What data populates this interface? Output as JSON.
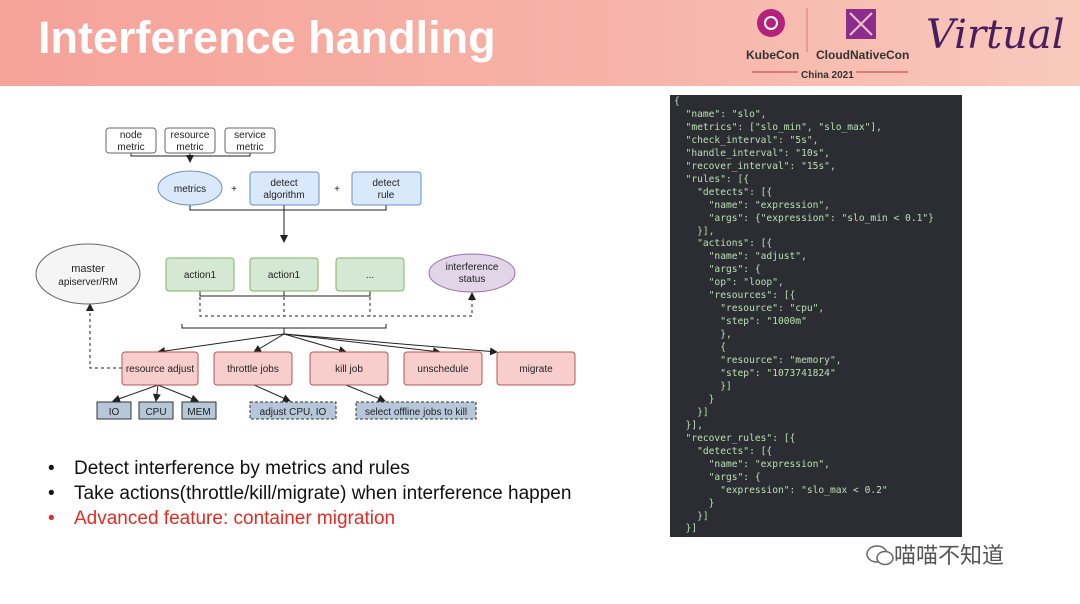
{
  "header": {
    "title": "Interference handling",
    "kubecon": "KubeCon",
    "cloudnativecon": "CloudNativeCon",
    "location": "China 2021",
    "virtual": "Virtual"
  },
  "diagram": {
    "metric_sources": [
      "node\nmetric",
      "resource\nmetric",
      "service\nmetric"
    ],
    "metrics": "metrics",
    "plus": "+",
    "detect_algorithm": "detect\nalgorithm",
    "detect_rule": "detect\nrule",
    "actions": [
      "action1",
      "action1",
      "..."
    ],
    "interference_status": "interference\nstatus",
    "master": "master",
    "master_sub": "apiserver/RM",
    "handlers": [
      "resource adjust",
      "throttle jobs",
      "kill job",
      "unschedule",
      "migrate"
    ],
    "resources": [
      "IO",
      "CPU",
      "MEM"
    ],
    "adjust_note": "adjust CPU, IO",
    "kill_note": "select offline jobs to kill"
  },
  "bullets": [
    "Detect interference by metrics and rules",
    "Take actions(throttle/kill/migrate) when interference happen",
    "Advanced feature: container migration"
  ],
  "colors": {
    "header_bg": "#f6a39a",
    "green_fill": "#d5e8d4",
    "green_stroke": "#82b366",
    "blue_fill": "#dae8fc",
    "blue_stroke": "#6c8ebf",
    "red_fill": "#f8cecc",
    "red_stroke": "#b85450",
    "purple_fill": "#e1d5e7",
    "purple_stroke": "#9673a6",
    "accent_red": "#e32b24"
  },
  "code": "{\n  \"name\": \"slo\",\n  \"metrics\": [\"slo_min\", \"slo_max\"],\n  \"check_interval\": \"5s\",\n  \"handle_interval\": \"10s\",\n  \"recover_interval\": \"15s\",\n  \"rules\": [{\n    \"detects\": [{\n      \"name\": \"expression\",\n      \"args\": {\"expression\": \"slo_min < 0.1\"}\n    }],\n    \"actions\": [{\n      \"name\": \"adjust\",\n      \"args\": {\n      \"op\": \"loop\",\n      \"resources\": [{\n        \"resource\": \"cpu\",\n        \"step\": \"1000m\"\n        },\n        {\n        \"resource\": \"memory\",\n        \"step\": \"1073741824\"\n        }]\n      }\n    }]\n  }],\n  \"recover_rules\": [{\n    \"detects\": [{\n      \"name\": \"expression\",\n      \"args\": {\n        \"expression\": \"slo_max < 0.2\"\n      }\n    }]\n  }]",
  "watermark": "喵喵不知道"
}
